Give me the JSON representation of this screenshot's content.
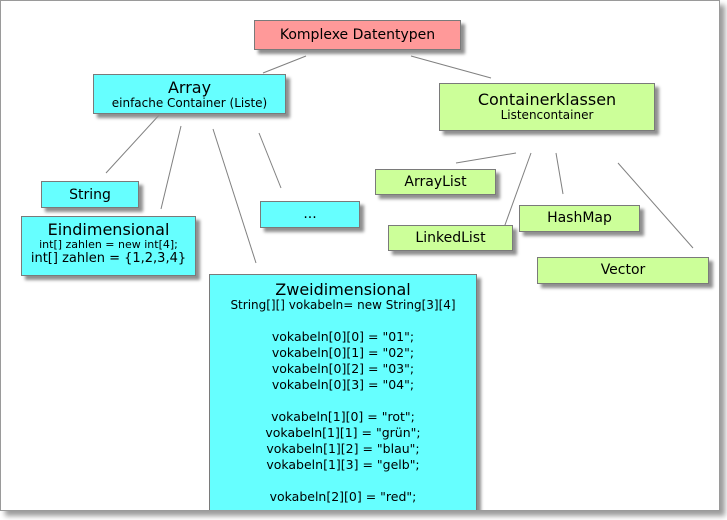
{
  "diagram": {
    "root": "Komplexe Datentypen",
    "array": {
      "title": "Array",
      "subtitle": "einfache Container (Liste)",
      "string": "String",
      "ellipsis": "...",
      "eindimensional": {
        "title": "Eindimensional",
        "line1": "int[] zahlen = new int[4];",
        "line2": "int[] zahlen = {1,2,3,4}"
      },
      "zweidimensional": {
        "title": "Zweidimensional",
        "decl": "String[][] vokabeln= new String[3][4]",
        "lines": [
          "vokabeln[0][0] = \"01\";",
          "vokabeln[0][1] = \"02\";",
          "vokabeln[0][2] = \"03\";",
          "vokabeln[0][3] = \"04\";",
          "",
          "vokabeln[1][0] = \"rot\";",
          "vokabeln[1][1] = \"grün\";",
          "vokabeln[1][2] = \"blau\";",
          "vokabeln[1][3] = \"gelb\";",
          "",
          "vokabeln[2][0] = \"red\";"
        ]
      }
    },
    "container": {
      "title": "Containerklassen",
      "subtitle": "Listencontainer",
      "arraylist": "ArrayList",
      "linkedlist": "LinkedList",
      "hashmap": "HashMap",
      "vector": "Vector"
    },
    "colors": {
      "root": "#ff9999",
      "array_family": "#66ffff",
      "container_family": "#ccff99"
    }
  }
}
